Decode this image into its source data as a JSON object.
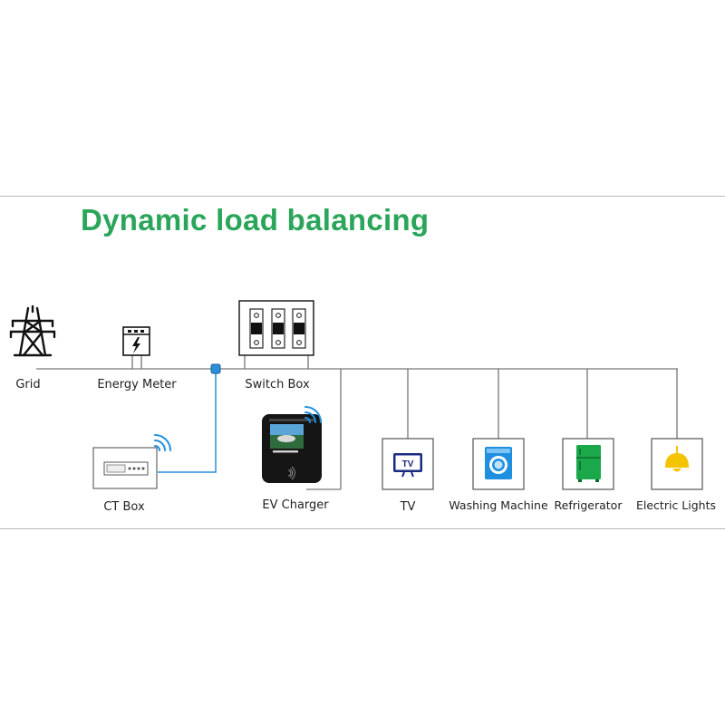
{
  "title": "Dynamic load balancing",
  "labels": {
    "grid": "Grid",
    "energy_meter": "Energy Meter",
    "switch_box": "Switch Box",
    "ct_box": "CT Box",
    "ev_charger": "EV Charger",
    "tv": "TV",
    "washing_machine": "Washing Machine",
    "refrigerator": "Refrigerator",
    "electric_lights": "Electric Lights"
  },
  "tv_icon_text": "TV",
  "colors": {
    "title": "#2aa55a",
    "wire": "#777777",
    "ct_link": "#2a8fd8",
    "icon_blue": "#1f8fe0",
    "fridge_green": "#1aa84a",
    "lamp_yellow": "#f5c400"
  }
}
